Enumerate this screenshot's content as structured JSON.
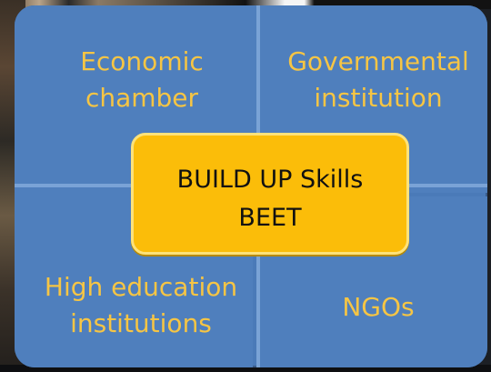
{
  "diagram": {
    "top_left": "Economic\nchamber",
    "top_right": "Governmental\ninstitution",
    "bottom_left": "High education\ninstitutions",
    "bottom_right": "NGOs",
    "center_line1": "BUILD UP Skills",
    "center_line2": "BEET"
  },
  "colors": {
    "panel": "#4f7fbd",
    "label": "#f6c544",
    "center": "#fbbd09"
  }
}
